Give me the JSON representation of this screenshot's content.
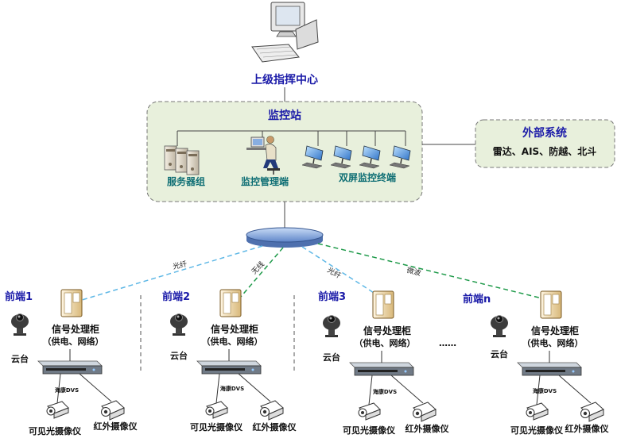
{
  "top": {
    "title": "上级指挥中心"
  },
  "station": {
    "title": "监控站",
    "server_label": "服务器组",
    "manager_label": "监控管理端",
    "terminal_label": "双屏监控终端"
  },
  "external": {
    "title": "外部系统",
    "subtitle": "雷达、AIS、防越、北斗"
  },
  "links": {
    "fiber": "光纤",
    "wireless": "无线",
    "fiber2": "光纤",
    "microwave": "微波"
  },
  "ellipsis": "……",
  "fronts": [
    {
      "name": "前端1",
      "cabinet_line1": "信号处理柜",
      "cabinet_line2": "（供电、网络）",
      "ptz": "云台",
      "dvs": "海康DVS",
      "visible": "可见光摄像仪",
      "infrared": "红外摄像仪"
    },
    {
      "name": "前端2",
      "cabinet_line1": "信号处理柜",
      "cabinet_line2": "（供电、网络）",
      "ptz": "云台",
      "dvs": "海康DVS",
      "visible": "可见光摄像仪",
      "infrared": "红外摄像仪"
    },
    {
      "name": "前端3",
      "cabinet_line1": "信号处理柜",
      "cabinet_line2": "（供电、网络）",
      "ptz": "云台",
      "dvs": "海康DVS",
      "visible": "可见光摄像仪",
      "infrared": "红外摄像仪"
    },
    {
      "name": "前端n",
      "cabinet_line1": "信号处理柜",
      "cabinet_line2": "（供电、网络）",
      "ptz": "云台",
      "dvs": "海康DVS",
      "visible": "可见光摄像仪",
      "infrared": "红外摄像仪"
    }
  ],
  "colors": {
    "fiber_link": "#5fb8e6",
    "microwave_link": "#1f9a4a",
    "station_bg": "#e8f0dc",
    "hub": "#8faee0"
  }
}
